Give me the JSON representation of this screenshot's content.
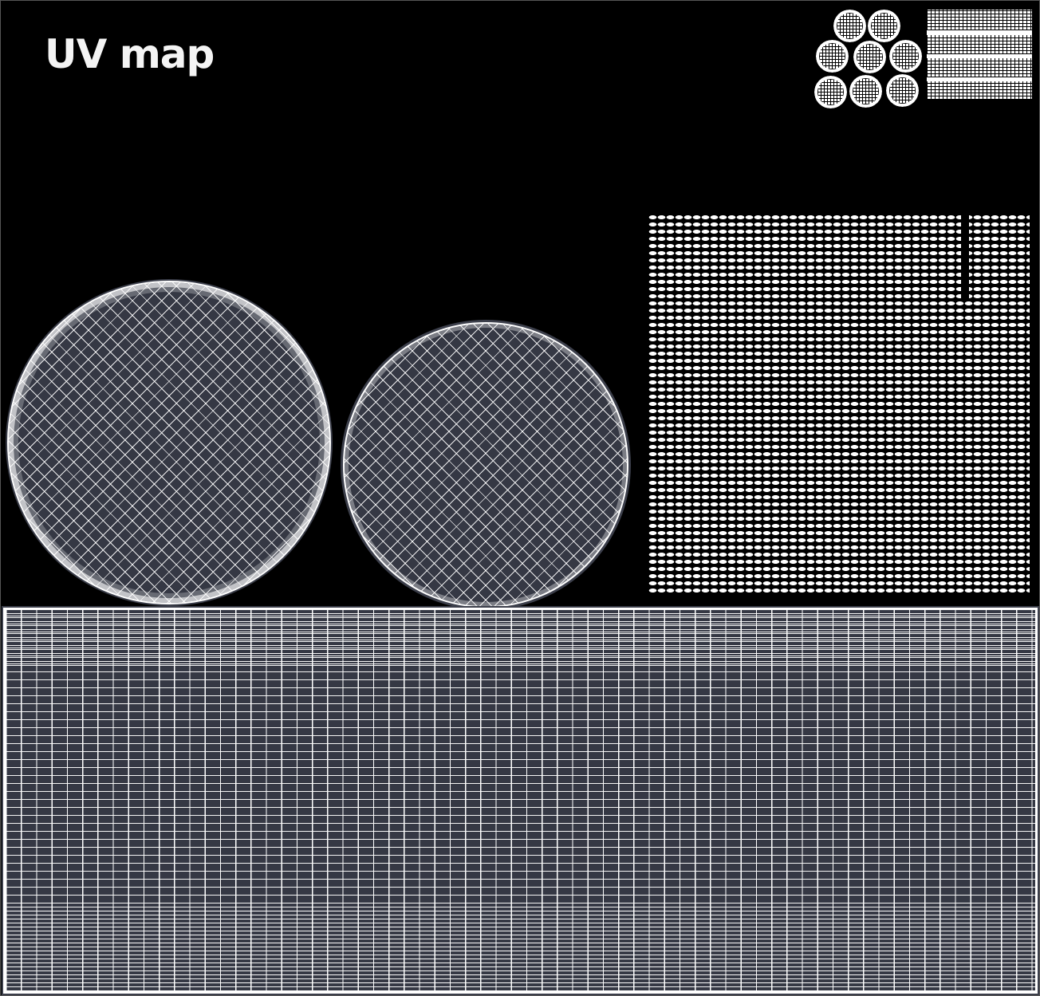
{
  "title": "UV map",
  "colors": {
    "background": "#000000",
    "island_fill": "#353844",
    "wireframe": "#ffffff",
    "island_outline": "#3c3f4b"
  },
  "islands": [
    {
      "name": "large-disc",
      "shape": "circle",
      "position": "left"
    },
    {
      "name": "medium-disc",
      "shape": "circle",
      "position": "center"
    },
    {
      "name": "dense-vertex-block",
      "shape": "rectangle",
      "position": "right"
    },
    {
      "name": "cylinder-side-strip",
      "shape": "rectangle",
      "position": "bottom"
    }
  ],
  "thumbnails": {
    "small_discs_count": 8,
    "grid_strips_count": 4
  }
}
